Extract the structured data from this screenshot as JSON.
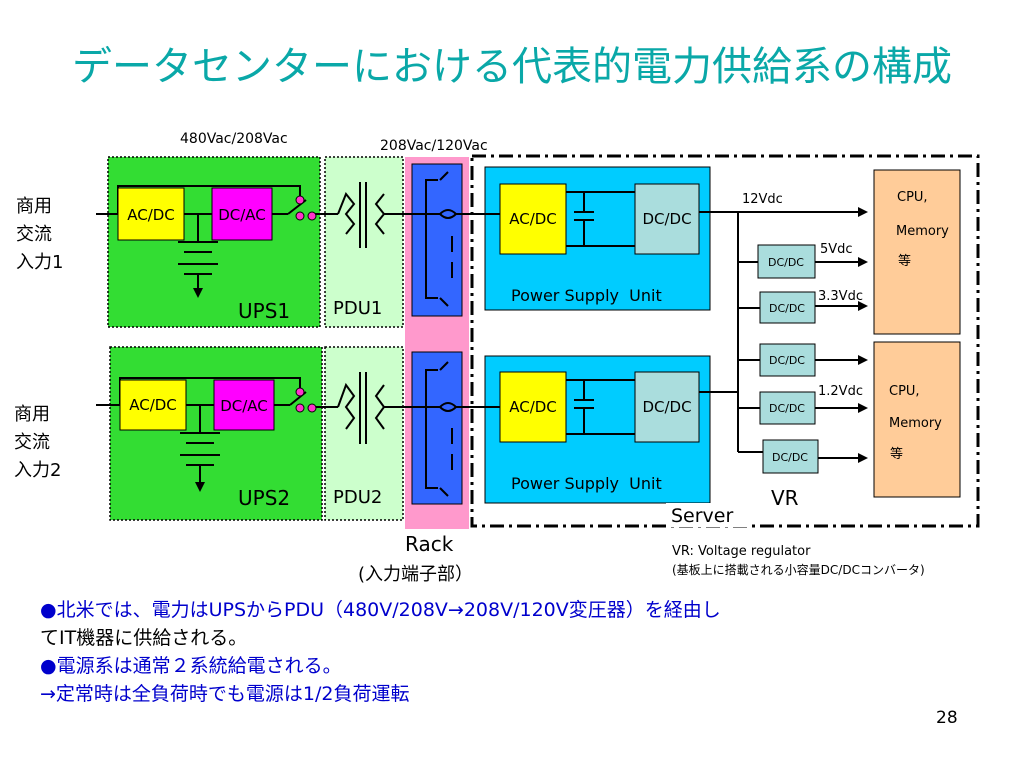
{
  "title": "データセンターにおける代表的電力供給系の構成",
  "diagram": {
    "voltage_480_208": "480Vac/208Vac",
    "voltage_208_120": "208Vac/120Vac",
    "input1": [
      "商用",
      "交流",
      "入力1"
    ],
    "input2": [
      "商用",
      "交流",
      "入力2"
    ],
    "ac_dc": "AC/DC",
    "dc_ac": "DC/AC",
    "dc_dc": "DC/DC",
    "ups1": "UPS1",
    "ups2": "UPS2",
    "pdu1": "PDU1",
    "pdu2": "PDU2",
    "psu": "Power Supply  Unit",
    "v12": "12Vdc",
    "v5": "5Vdc",
    "v33": "3.3Vdc",
    "v12b": "1.2Vdc",
    "cpu_mem": [
      "CPU,",
      "Memory",
      "等"
    ],
    "vr": "VR",
    "server": "Server",
    "rack": "Rack",
    "rack_sub": "(入力端子部）",
    "vr_note1": "VR: Voltage regulator",
    "vr_note2": "(基板上に搭載される小容量DC/DCコンバータ)"
  },
  "notes": [
    "●北米では、電力はUPSからPDU（480V/208V→208V/120V変圧器）を経由し",
    "てIT機器に供給される。",
    "●電源系は通常２系統給電される。",
    "→定常時は全負荷時でも電源は1/2負荷運転"
  ],
  "page_number": "28",
  "colors": {
    "title": "#0aa8a8",
    "ups": "#33dd33",
    "pdu": "#ccffcc",
    "rack": "#ff99cc",
    "rack_inner": "#3366ff",
    "psu": "#00ccff",
    "ac_dc": "#ffff00",
    "dc_ac": "#ff00ff",
    "dc_dc": "#aadddd",
    "cpu": "#ffcc99",
    "notes_text": "#0000cc"
  }
}
